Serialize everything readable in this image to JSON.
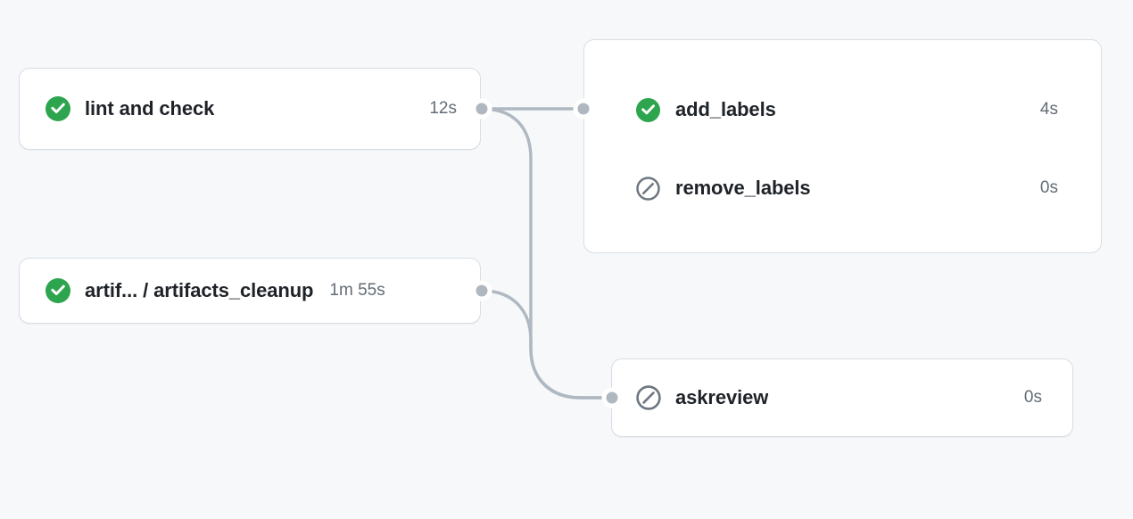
{
  "canvas": {
    "background": "#f6f8fa",
    "edge_color": "#afb8c1",
    "success_color": "#2da44e",
    "skipped_color": "#6e7781",
    "border_color": "#d8dee4"
  },
  "nodes": [
    {
      "id": "lint-and-check",
      "label": "lint and check",
      "duration": "12s",
      "status": "success",
      "status_icon": "check-circle-icon"
    },
    {
      "id": "artifacts-cleanup",
      "label": "artif... / artifacts_cleanup",
      "duration": "1m 55s",
      "status": "success",
      "status_icon": "check-circle-icon"
    },
    {
      "id": "askreview",
      "label": "askreview",
      "duration": "0s",
      "status": "skipped",
      "status_icon": "skip-circle-icon"
    }
  ],
  "group": {
    "id": "labels-group",
    "rows": [
      {
        "id": "add-labels",
        "label": "add_labels",
        "duration": "4s",
        "status": "success",
        "status_icon": "check-circle-icon"
      },
      {
        "id": "remove-labels",
        "label": "remove_labels",
        "duration": "0s",
        "status": "skipped",
        "status_icon": "skip-circle-icon"
      }
    ]
  },
  "edges": [
    {
      "id": "lint-to-group",
      "from": "lint-and-check",
      "to": "labels-group"
    },
    {
      "id": "lint-to-askreview",
      "from": "lint-and-check",
      "to": "askreview"
    },
    {
      "id": "artifacts-to-askreview",
      "from": "artifacts-cleanup",
      "to": "askreview"
    }
  ]
}
